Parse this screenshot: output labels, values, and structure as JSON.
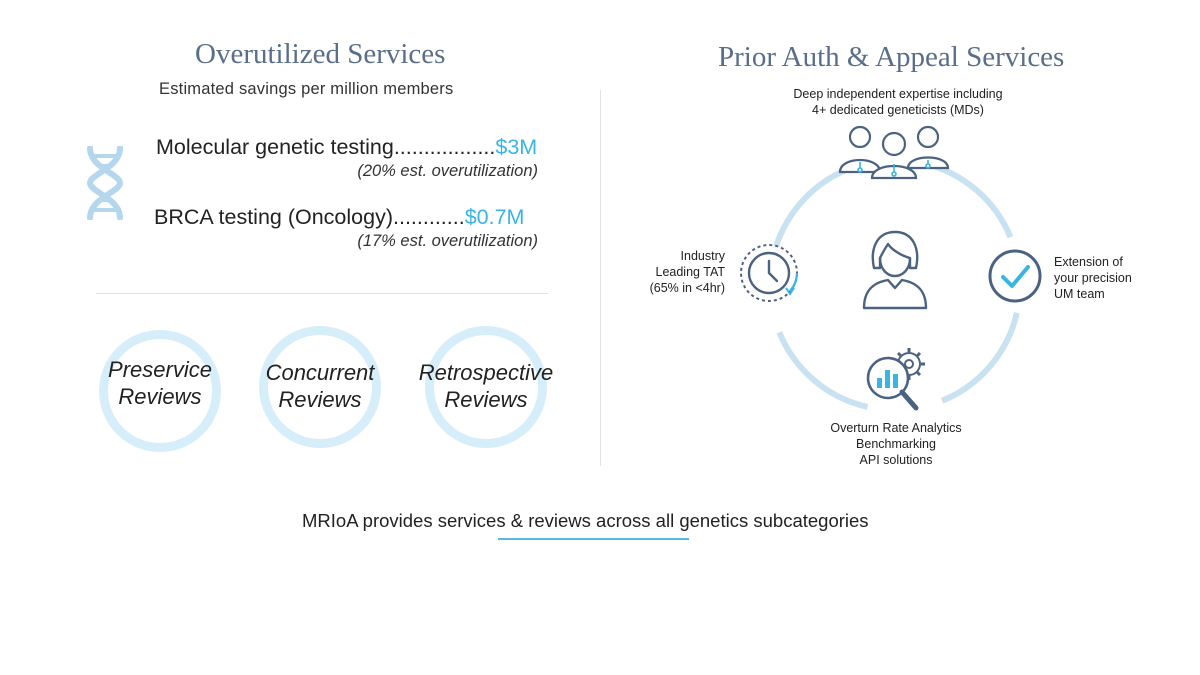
{
  "left": {
    "title": "Overutilized Services",
    "subtitle": "Estimated savings per million members",
    "dna_icon": "dna-icon",
    "items": [
      {
        "label": "Molecular genetic testing",
        "dots": ".................",
        "amount": "$3M",
        "note": "(20% est. overutilization)"
      },
      {
        "label": "BRCA testing (Oncology)",
        "dots": "............",
        "amount": "$0.7M",
        "note": "(17% est. overutilization)"
      }
    ],
    "reviews": [
      {
        "line1": "Preservice",
        "line2": "Reviews"
      },
      {
        "line1": "Concurrent",
        "line2": "Reviews"
      },
      {
        "line1": "Retrospective",
        "line2": "Reviews"
      }
    ]
  },
  "right": {
    "title": "Prior Auth & Appeal Services",
    "top_label": [
      "Deep independent expertise including",
      "4+ dedicated geneticists  (MDs)"
    ],
    "left_label": [
      "Industry",
      "Leading TAT",
      "(65% in <4hr)"
    ],
    "right_label": [
      "Extension of",
      "your precision",
      "UM team"
    ],
    "bottom_label": [
      "Overturn Rate Analytics",
      "Benchmarking",
      "API solutions"
    ],
    "icons": [
      "doctors-group-icon",
      "clock-icon",
      "checkmark-icon",
      "analytics-gear-icon",
      "female-person-icon"
    ],
    "colors": {
      "ring": "#c9e2f2",
      "icon_stroke": "#4b6280",
      "accent": "#3ab4e2"
    }
  },
  "footer": {
    "text": "MRIoA provides services & reviews across all genetics subcategories"
  }
}
